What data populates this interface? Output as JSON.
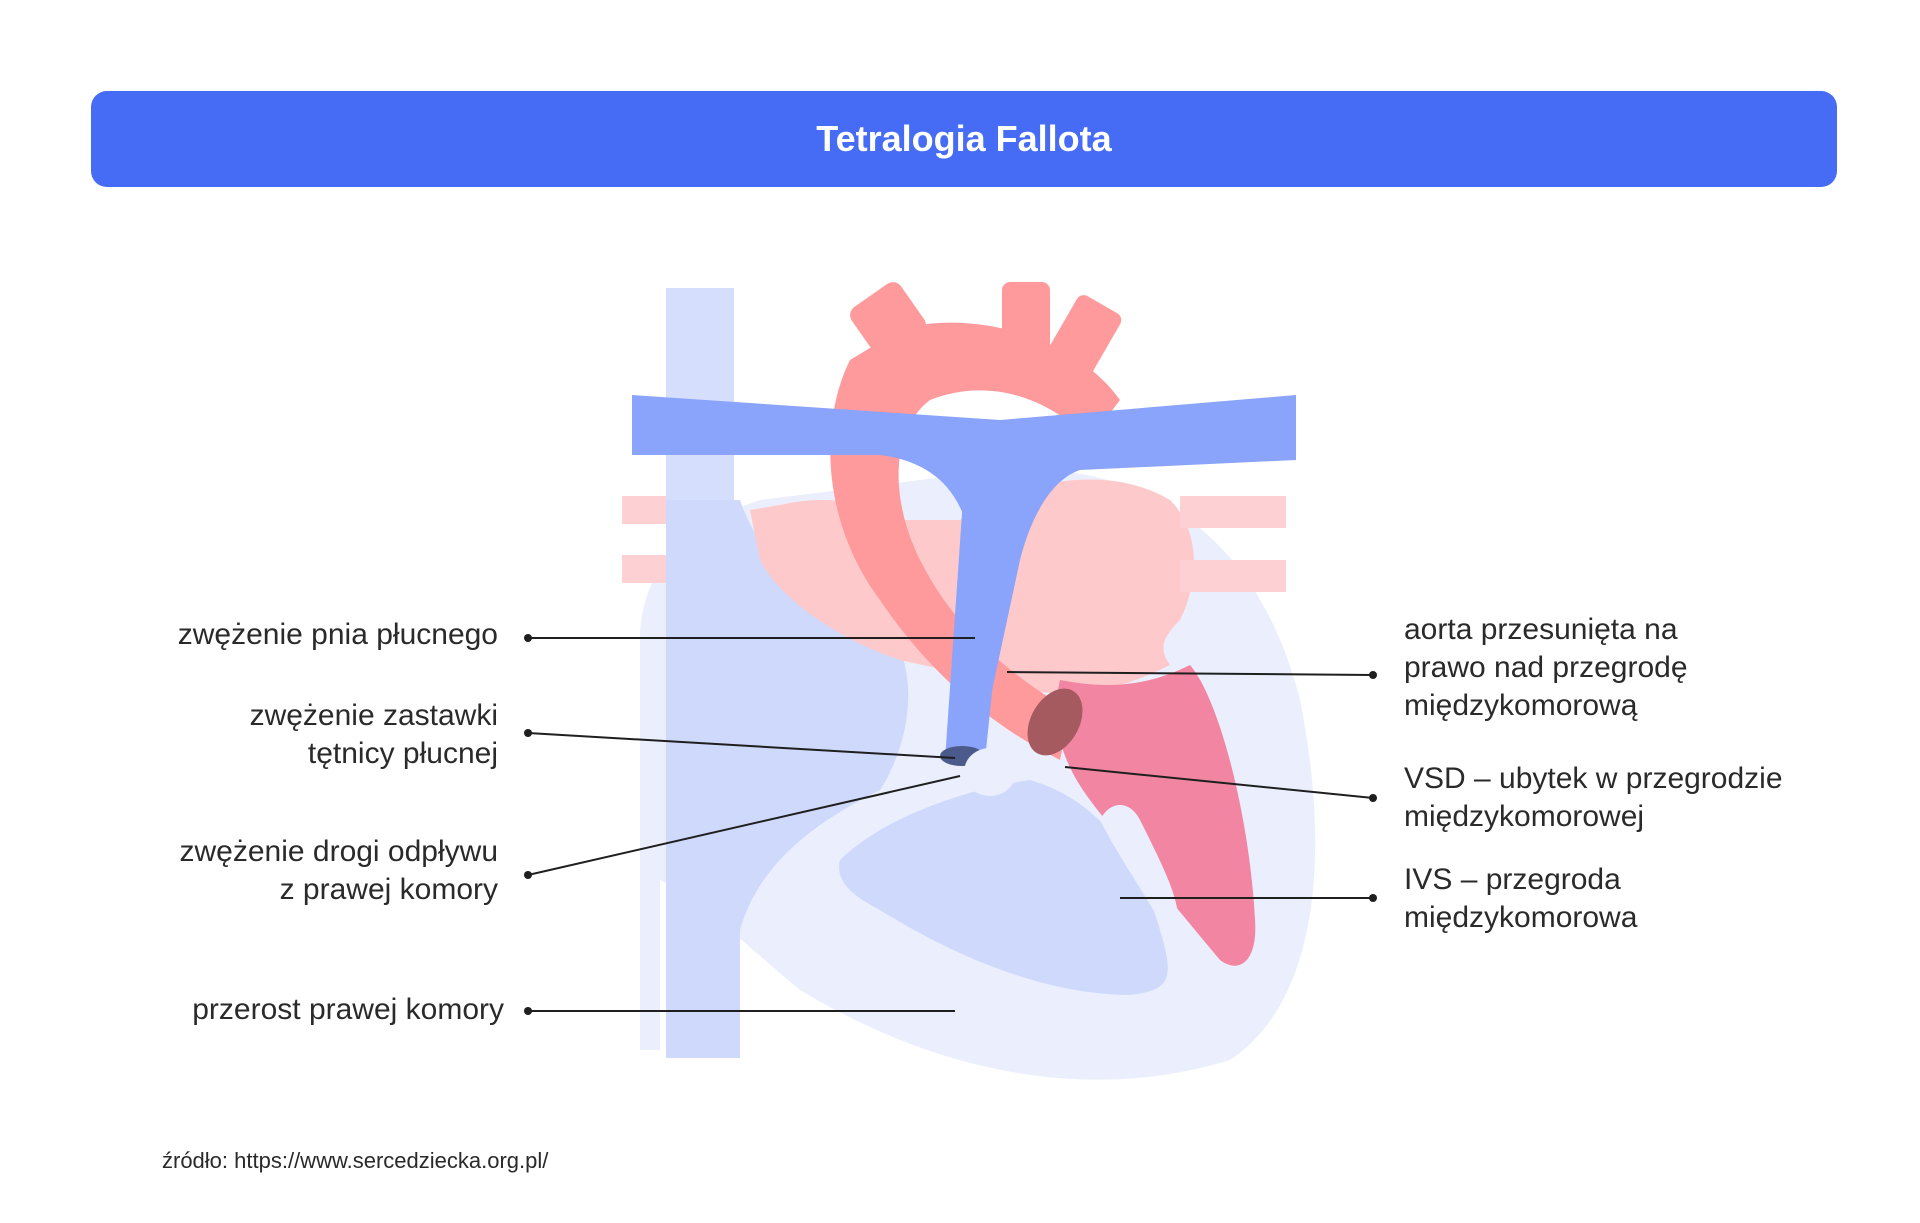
{
  "header": {
    "title": "Tetralogia Fallota"
  },
  "colors": {
    "header_bg": "#466cf6",
    "vein_blue": "#8aa3fb",
    "chamber_light_blue": "#cfd9fc",
    "pale_outline": "#ebeffd",
    "aorta_red": "#fe9a9b",
    "atrium_pink": "#fec9cb",
    "ventricle_pink": "#f285a1",
    "vsd_brown": "#a45a5f",
    "valve_dark": "#4a5a8a"
  },
  "labels_left": [
    {
      "id": "pulmonary-trunk-stenosis",
      "lines": [
        "zwężenie pnia płucnego"
      ]
    },
    {
      "id": "pulmonary-valve-stenosis",
      "lines": [
        "zwężenie zastawki",
        "tętnicy płucnej"
      ]
    },
    {
      "id": "rvot-stenosis",
      "lines": [
        "zwężenie drogi odpływu",
        "z prawej komory"
      ]
    },
    {
      "id": "rv-hypertrophy",
      "lines": [
        "przerost prawej komory"
      ]
    }
  ],
  "labels_right": [
    {
      "id": "overriding-aorta",
      "lines": [
        "aorta przesunięta na",
        "prawo nad przegrodę",
        "międzykomorową"
      ]
    },
    {
      "id": "vsd",
      "lines": [
        "VSD – ubytek w przegrodzie",
        "międzykomorowej"
      ]
    },
    {
      "id": "ivs",
      "lines": [
        "IVS – przegroda",
        "międzykomorowa"
      ]
    }
  ],
  "footer": {
    "source": "źródło: https://www.sercedziecka.org.pl/"
  }
}
